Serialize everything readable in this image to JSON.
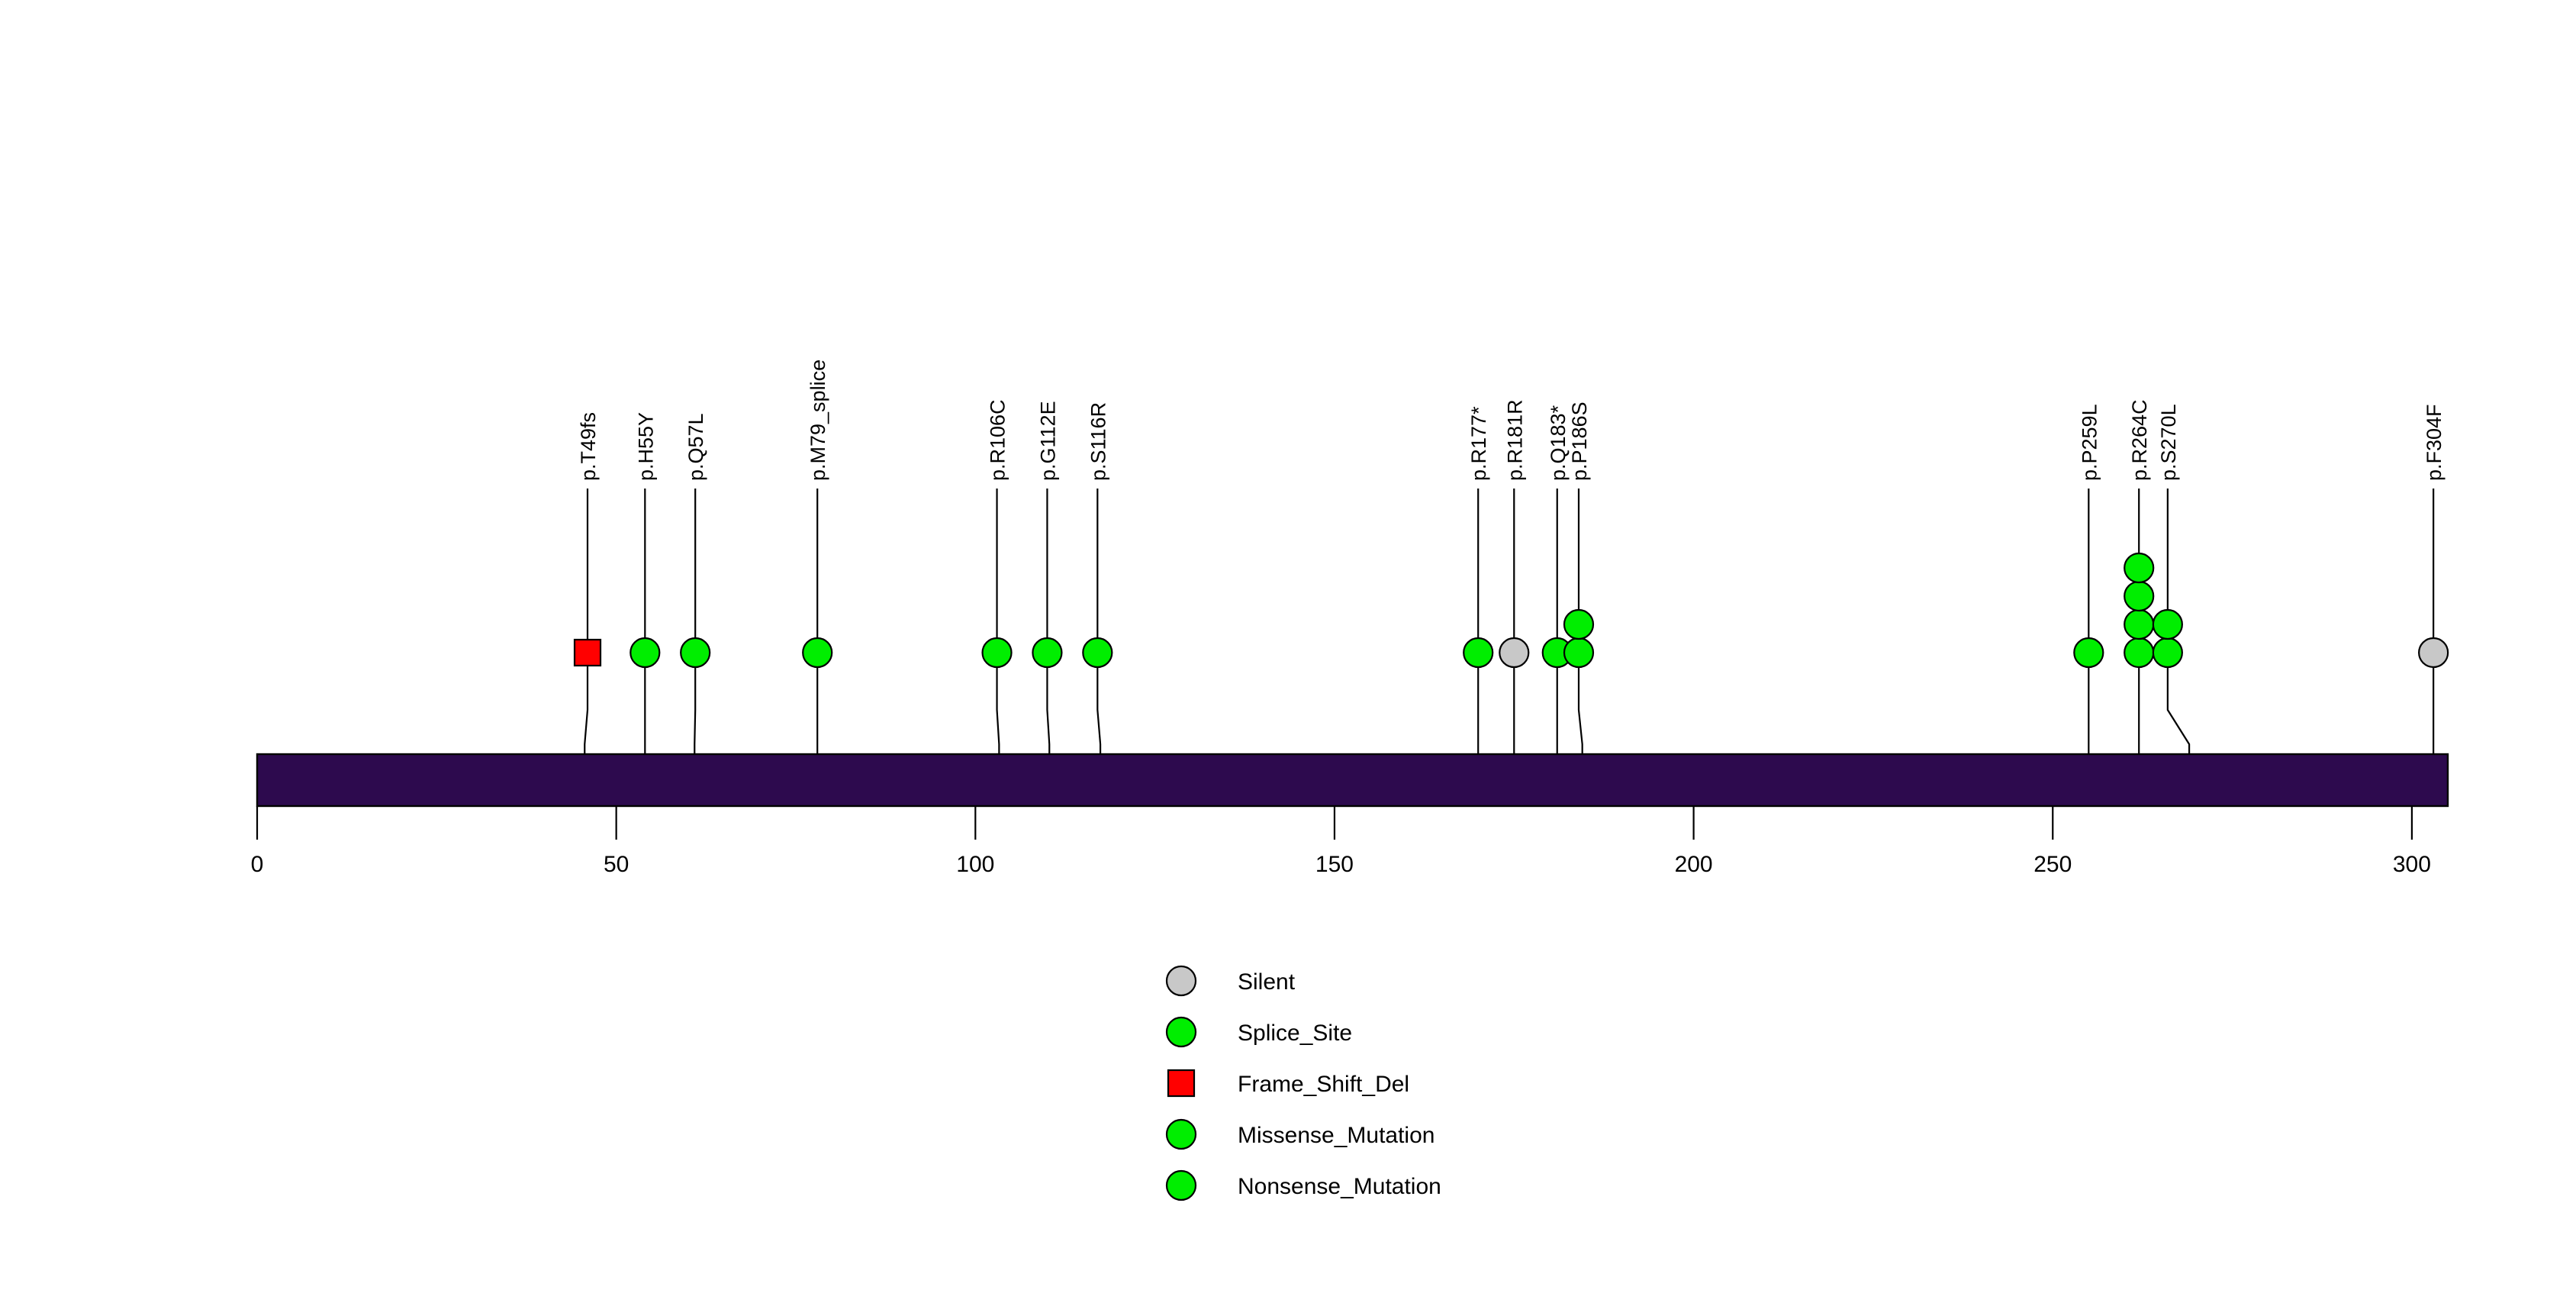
{
  "figure": {
    "type": "lollipop-mutation-diagram",
    "background_color": "#ffffff",
    "protein_bar": {
      "name": "protein-backbone",
      "start_residue": 0,
      "end_residue": 305,
      "fill_color": "#2D0A4E",
      "stroke_color": "#000000"
    }
  },
  "axis": {
    "label": "",
    "min": 0,
    "max": 305,
    "ticks": [
      {
        "value": 0,
        "label": "0"
      },
      {
        "value": 50,
        "label": "50"
      },
      {
        "value": 100,
        "label": "100"
      },
      {
        "value": 150,
        "label": "150"
      },
      {
        "value": 200,
        "label": "200"
      },
      {
        "value": 250,
        "label": "250"
      },
      {
        "value": 300,
        "label": "300"
      }
    ]
  },
  "colors": {
    "silent": "#C8C8C8",
    "splice_site": "#00EE00",
    "frame_shift_del": "#FF0000",
    "missense_mutation": "#00EE00",
    "nonsense_mutation": "#00EE00",
    "stroke": "#000000",
    "backbone": "#2D0A4E"
  },
  "legend": {
    "name": "mutation-type-legend",
    "items": [
      {
        "label": "Silent",
        "shape": "circle",
        "color": "#C8C8C8"
      },
      {
        "label": "Splice_Site",
        "shape": "circle",
        "color": "#00EE00"
      },
      {
        "label": "Frame_Shift_Del",
        "shape": "square",
        "color": "#FF0000"
      },
      {
        "label": "Missense_Mutation",
        "shape": "circle",
        "color": "#00EE00"
      },
      {
        "label": "Nonsense_Mutation",
        "shape": "circle",
        "color": "#00EE00"
      }
    ]
  },
  "chart_data": {
    "type": "lollipop",
    "title": "",
    "xlabel": "",
    "ylabel": "",
    "xlim": [
      0,
      305
    ],
    "grid": false,
    "legend_position": "bottom-center",
    "protein_length": 305,
    "mutations": [
      {
        "label": "p.T49fs",
        "position": 46,
        "count": 1,
        "shape": "square",
        "color": "#FF0000",
        "type": "Frame_Shift_Del",
        "label_x": 46,
        "marker_x": 45.6
      },
      {
        "label": "p.H55Y",
        "position": 54,
        "count": 1,
        "shape": "circle",
        "color": "#00EE00",
        "type": "Missense_Mutation",
        "label_x": 54,
        "marker_x": 54.0
      },
      {
        "label": "p.Q57L",
        "position": 58,
        "count": 1,
        "shape": "circle",
        "color": "#00EE00",
        "type": "Missense_Mutation",
        "label_x": 61,
        "marker_x": 60.9
      },
      {
        "label": "p.M79_splice",
        "position": 78,
        "count": 1,
        "shape": "circle",
        "color": "#00EE00",
        "type": "Splice_Site",
        "label_x": 78,
        "marker_x": 78.0
      },
      {
        "label": "p.R106C",
        "position": 103,
        "count": 1,
        "shape": "circle",
        "color": "#00EE00",
        "type": "Missense_Mutation",
        "label_x": 103,
        "marker_x": 103.3
      },
      {
        "label": "p.G112E",
        "position": 111,
        "count": 1,
        "shape": "circle",
        "color": "#00EE00",
        "type": "Missense_Mutation",
        "label_x": 110,
        "marker_x": 110.3
      },
      {
        "label": "p.S116R",
        "position": 116,
        "count": 1,
        "shape": "circle",
        "color": "#00EE00",
        "type": "Missense_Mutation",
        "label_x": 117,
        "marker_x": 117.4
      },
      {
        "label": "p.R177*",
        "position": 170,
        "count": 1,
        "shape": "circle",
        "color": "#00EE00",
        "type": "Nonsense_Mutation",
        "label_x": 170,
        "marker_x": 170.0
      },
      {
        "label": "p.R181R",
        "position": 175,
        "count": 1,
        "shape": "circle",
        "color": "#C8C8C8",
        "type": "Silent",
        "label_x": 175,
        "marker_x": 175.0
      },
      {
        "label": "p.Q183*",
        "position": 179,
        "count": 1,
        "shape": "circle",
        "color": "#00EE00",
        "type": "Nonsense_Mutation",
        "label_x": 181,
        "marker_x": 181.0
      },
      {
        "label": "p.P186S",
        "position": 184,
        "count": 2,
        "shape": "circle",
        "color": "#00EE00",
        "type": "Missense_Mutation",
        "label_x": 184,
        "marker_x": 184.5
      },
      {
        "label": "p.P259L",
        "position": 255,
        "count": 1,
        "shape": "circle",
        "color": "#00EE00",
        "type": "Missense_Mutation",
        "label_x": 255,
        "marker_x": 255.0
      },
      {
        "label": "p.R264C",
        "position": 262,
        "count": 4,
        "shape": "circle",
        "color": "#00EE00",
        "type": "Missense_Mutation",
        "label_x": 262,
        "marker_x": 262.0
      },
      {
        "label": "p.S270L",
        "position": 269,
        "count": 2,
        "shape": "circle",
        "color": "#00EE00",
        "type": "Missense_Mutation",
        "label_x": 266,
        "marker_x": 269.0
      },
      {
        "label": "p.F304F",
        "position": 303,
        "count": 1,
        "shape": "circle",
        "color": "#C8C8C8",
        "type": "Silent",
        "label_x": 303,
        "marker_x": 303.0
      }
    ]
  }
}
